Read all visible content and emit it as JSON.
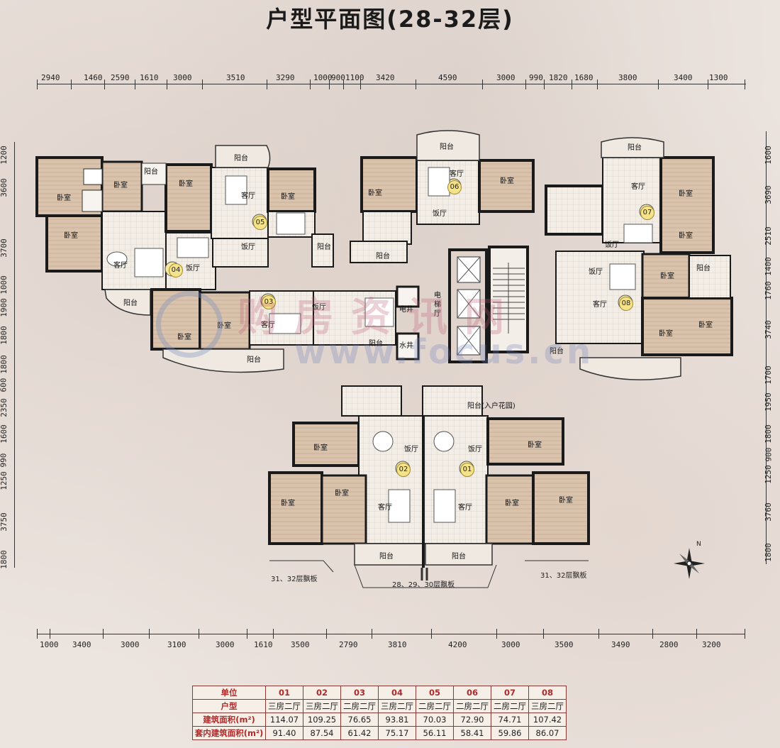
{
  "title": "户型平面图(28-32层)",
  "top_dims": [
    "2940",
    "1460",
    "2590",
    "1610",
    "3000",
    "3510",
    "3290",
    "1000",
    "900",
    "1100",
    "3420",
    "4590",
    "3000",
    "990",
    "1820",
    "1680",
    "3800",
    "3400",
    "1300"
  ],
  "bottom_dims": [
    "1000",
    "3400",
    "3000",
    "3100",
    "3000",
    "1610",
    "3500",
    "2790",
    "3810",
    "4200",
    "3000",
    "3500",
    "3490",
    "2800",
    "3200"
  ],
  "left_dims": [
    "1200",
    "3600",
    "3700",
    "1000",
    "1900",
    "1800",
    "1800",
    "600",
    "2350",
    "1600",
    "990",
    "1250",
    "3750",
    "1800"
  ],
  "right_dims": [
    "1600",
    "3690",
    "2510",
    "1400",
    "1760",
    "3740",
    "1700",
    "1950",
    "1800",
    "900",
    "1250",
    "3760",
    "1800"
  ],
  "units": [
    "01",
    "02",
    "03",
    "04",
    "05",
    "06",
    "07",
    "08"
  ],
  "rooms": {
    "bedroom": "卧室",
    "living": "客厅",
    "dining": "饭厅",
    "balcony": "阳台",
    "balcony_garden": "阳台(入户花园)",
    "elec_shaft": "电井",
    "water_shaft": "水井",
    "elevator_hall": "电梯厅"
  },
  "canopy_notes": {
    "left": "31、32层飘板",
    "center": "28、29、30层飘板",
    "right": "31、32层飘板"
  },
  "compass": "N",
  "watermark": {
    "cn": "购房资讯网",
    "url": "www.focus.cn"
  },
  "table": {
    "row_labels": [
      "单位",
      "户型",
      "建筑面积(m²)",
      "套内建筑面积(m²)"
    ],
    "units": [
      "01",
      "02",
      "03",
      "04",
      "05",
      "06",
      "07",
      "08"
    ],
    "types": [
      "三房二厅",
      "三房二厅",
      "二房二厅",
      "三房二厅",
      "二房二厅",
      "二房二厅",
      "二房二厅",
      "三房二厅"
    ],
    "gross_area": [
      "114.07",
      "109.25",
      "76.65",
      "93.81",
      "70.03",
      "72.90",
      "74.71",
      "107.42"
    ],
    "net_area": [
      "91.40",
      "87.54",
      "61.42",
      "75.17",
      "56.11",
      "58.41",
      "59.86",
      "86.07"
    ]
  }
}
